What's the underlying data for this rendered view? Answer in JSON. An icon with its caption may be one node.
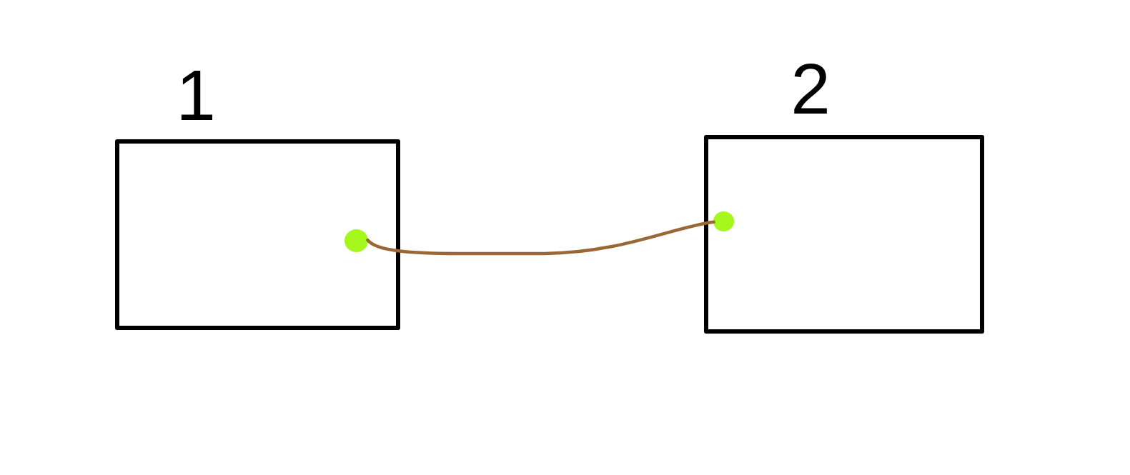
{
  "diagram": {
    "nodes": [
      {
        "text": [
          "1"
        ]
      },
      {
        "text": [],
        "shape": "circle",
        "in": 0
      },
      {
        "text": [
          "2"
        ]
      },
      {
        "text": [],
        "shape": "circle",
        "in": 2
      }
    ],
    "edges": [
      {
        "from": 1,
        "to": 3,
        "arrow": "none",
        "color": "#9a6837"
      }
    ]
  }
}
